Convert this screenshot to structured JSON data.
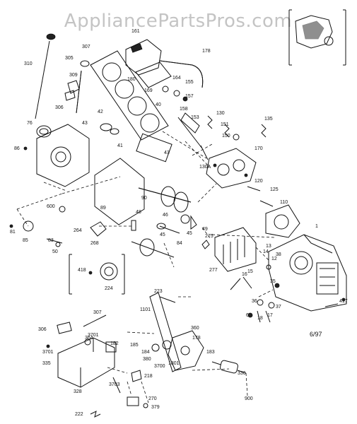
{
  "watermark": "AppliancePartsPros.com",
  "date_code": "6/97",
  "labels": [
    "310",
    "305",
    "307",
    "161",
    "178",
    "306",
    "309",
    "180",
    "169",
    "164",
    "155",
    "157",
    "42",
    "40",
    "158",
    "153",
    "130",
    "151",
    "150",
    "135",
    "76",
    "43",
    "41",
    "43",
    "170",
    "130A",
    "86",
    "90",
    "89",
    "120",
    "125",
    "110",
    "1",
    "81",
    "600",
    "48",
    "45",
    "49",
    "85",
    "264",
    "268",
    "46",
    "83",
    "50",
    "45",
    "84",
    "275",
    "277",
    "16",
    "15",
    "14",
    "13",
    "12",
    "38",
    "35",
    "36",
    "37",
    "17",
    "18",
    "6",
    "417",
    "418",
    "224",
    "223",
    "1101",
    "307",
    "3701",
    "306",
    "364",
    "182",
    "185",
    "184",
    "380",
    "360",
    "178",
    "3700",
    "1801",
    "183",
    "336",
    "3701",
    "335",
    "328",
    "218",
    "3703",
    "270",
    "379",
    "222",
    "900"
  ]
}
